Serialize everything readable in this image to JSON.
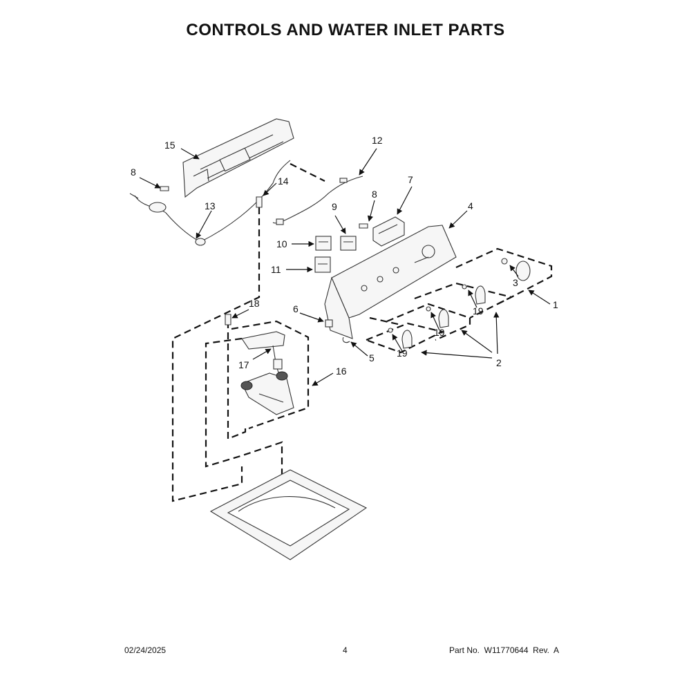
{
  "title": "CONTROLS AND WATER INLET PARTS",
  "callouts": {
    "c1": "1",
    "c2": "2",
    "c3": "3",
    "c4": "4",
    "c5": "5",
    "c6": "6",
    "c7": "7",
    "c8a": "8",
    "c8b": "8",
    "c9": "9",
    "c10": "10",
    "c11": "11",
    "c12": "12",
    "c13": "13",
    "c14": "14",
    "c15": "15",
    "c16": "16",
    "c17": "17",
    "c18": "18",
    "c19a": "19",
    "c19b": "19",
    "c19c": "19"
  },
  "footer": {
    "date": "02/24/2025",
    "page": "4",
    "part": "Part No.  W11770644  Rev.  A"
  }
}
